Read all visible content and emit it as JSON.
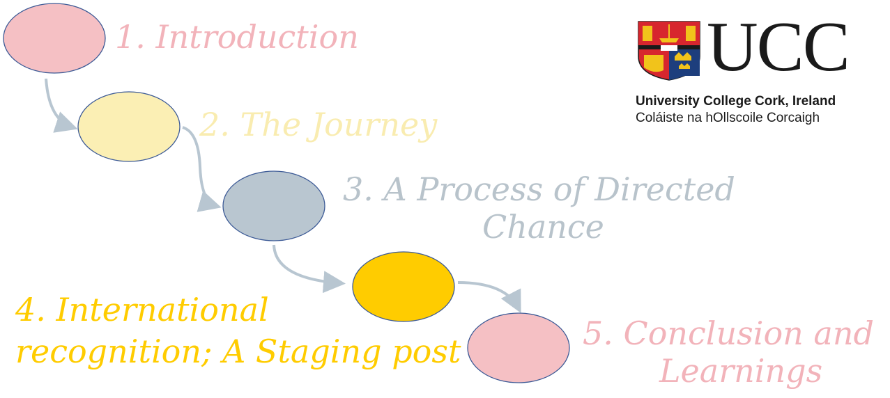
{
  "colors": {
    "pink": "#f5c0c4",
    "pink_text": "#f2b3ba",
    "light_yellow": "#fbefb4",
    "light_yellow_text": "#f9ecb0",
    "slate": "#b9c6d0",
    "slate_text": "#b8c3cb",
    "gold": "#ffcc00",
    "gold_text": "#ffcc00",
    "stroke": "#3c5a96",
    "connector": "#b8c6d1"
  },
  "steps": [
    {
      "number": "1.",
      "line1": "1.   Introduction",
      "line2": "",
      "fill": "pink",
      "text_color": "pink_text"
    },
    {
      "number": "2.",
      "line1": "2. The Journey",
      "line2": "",
      "fill": "light_yellow",
      "text_color": "light_yellow_text"
    },
    {
      "number": "3.",
      "line1": "3.  A Process of Directed",
      "line2": "Chance",
      "fill": "slate",
      "text_color": "slate_text"
    },
    {
      "number": "4.",
      "line1": "4. International",
      "line2": "recognition; A Staging post",
      "fill": "gold",
      "text_color": "gold_text"
    },
    {
      "number": "5.",
      "line1": "5.  Conclusion and",
      "line2": "Learnings",
      "fill": "pink",
      "text_color": "pink_text"
    }
  ],
  "logo": {
    "abbreviation": "UCC",
    "name_en": "University College Cork, Ireland",
    "name_ga": "Coláiste na hOllscoile Corcaigh",
    "crest_colors": {
      "red": "#d7262e",
      "blue": "#1d3e7d",
      "gold": "#f1c31b"
    }
  }
}
